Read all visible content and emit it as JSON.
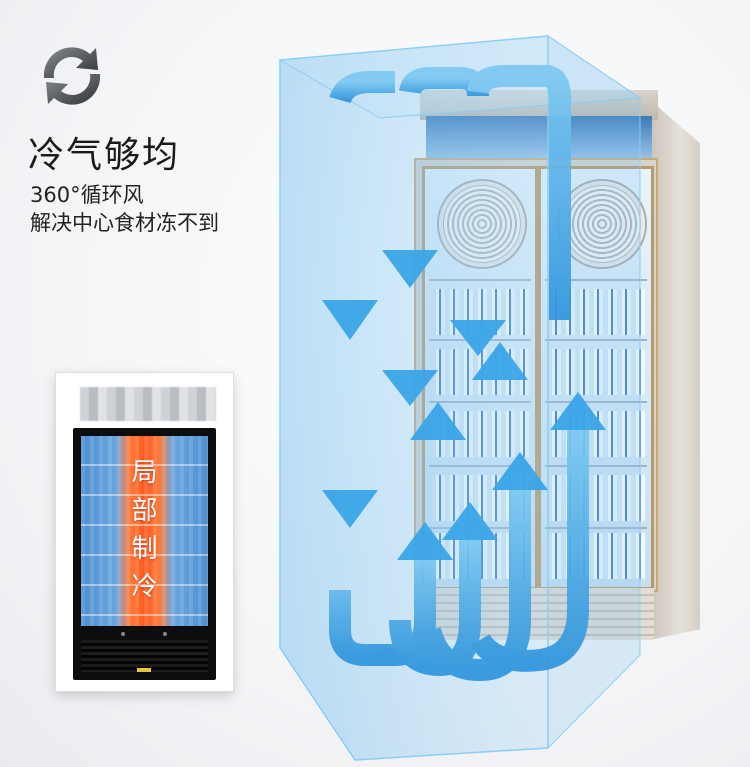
{
  "feature": {
    "icon": "refresh-icon",
    "headline": "冷气够均",
    "subline_1": "360°循环风",
    "subline_2": "解决中心食材冻不到"
  },
  "inset": {
    "label_chars": [
      "局",
      "部",
      "制",
      "冷"
    ]
  },
  "colors": {
    "airflow_blue": "#3aa6e8",
    "box_blue": "#7cc3f0",
    "hot_orange": "#ff5a1f"
  }
}
